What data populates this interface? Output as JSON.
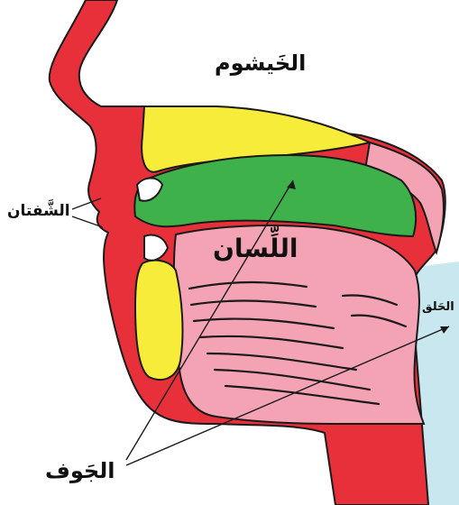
{
  "labels": {
    "nasal_cavity": "الخَيشوم",
    "lips": "الشَّفتان",
    "tongue": "اللِّسان",
    "throat": "الحَلق",
    "oral_cavity": "الجَوف"
  },
  "colors": {
    "face": "#e8303a",
    "palate": "#f7ec3a",
    "tongue_top": "#3fb14a",
    "tongue_body": "#f4a3b4",
    "throat_space": "#c9e7ee",
    "outline": "#1a1a1a"
  }
}
